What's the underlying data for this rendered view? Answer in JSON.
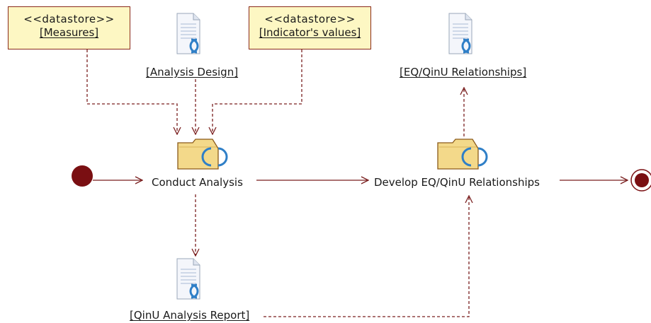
{
  "datastores": {
    "measures": {
      "stereotype": "<<datastore>>",
      "label": "[Measures]"
    },
    "indicators": {
      "stereotype": "<<datastore>>",
      "label": "[Indicator's values]"
    }
  },
  "artifacts": {
    "analysis_design": "[Analysis Design]",
    "eq_qinu_relationships": "[EQ/QinU Relationships]",
    "qinu_analysis_report": "[QinU Analysis Report]"
  },
  "activities": {
    "conduct_analysis": "Conduct Analysis",
    "develop_relationships": "Develop EQ/QinU Relationships"
  },
  "colors": {
    "flow_line": "#7a1f1f",
    "node_fill": "#7a0f12",
    "datastore_fill": "#fdf7c3",
    "activity_icon_fill": "#f3d98a",
    "artifact_accent": "#2f7fc7"
  },
  "icons": {
    "artifact": "document-cycle-icon",
    "activity": "folder-cycle-icon",
    "initial": "initial-node-icon",
    "final": "final-node-icon"
  }
}
